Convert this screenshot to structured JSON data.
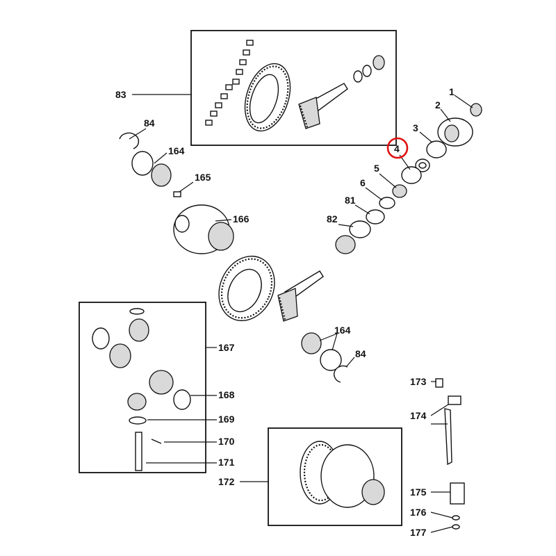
{
  "callouts": {
    "c1": "1",
    "c2": "2",
    "c3": "3",
    "c4": "4",
    "c5": "5",
    "c6": "6",
    "c81": "81",
    "c82": "82",
    "c83": "83",
    "c84_top": "84",
    "c84_bottom": "84",
    "c164_top": "164",
    "c164_bottom": "164",
    "c165": "165",
    "c166": "166",
    "c167": "167",
    "c168": "168",
    "c169": "169",
    "c170": "170",
    "c171": "171",
    "c172": "172",
    "c173": "173",
    "c174": "174",
    "c175": "175",
    "c176": "176",
    "c177": "177"
  },
  "highlight": {
    "part": "4",
    "color": "#e01010"
  }
}
